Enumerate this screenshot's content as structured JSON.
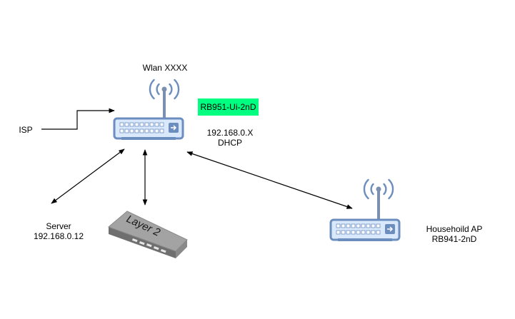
{
  "nodes": {
    "main_router": {
      "name": "Wlan XXXX",
      "model": "RB951-Ui-2nD",
      "ip": "192.168.0.X",
      "mode": "DHCP"
    },
    "isp": {
      "label": "ISP"
    },
    "server": {
      "name": "Server",
      "ip": "192.168.0.12"
    },
    "switch": {
      "label": "Layer 2"
    },
    "household_ap": {
      "name": "Househoild AP",
      "model": "RB941-2nD"
    }
  },
  "colors": {
    "device_fill": "#dae8fc",
    "device_stroke": "#6c8ebf",
    "device_body": "#7b8fb0",
    "badge_fill": "#00ff80",
    "edge": "#000000",
    "switch_top": "#a3a3a3",
    "switch_side": "#6f6f6f"
  },
  "icons": [
    "router-icon",
    "wifi-antenna-icon",
    "layer2-switch-icon",
    "arrow-right-icon"
  ]
}
